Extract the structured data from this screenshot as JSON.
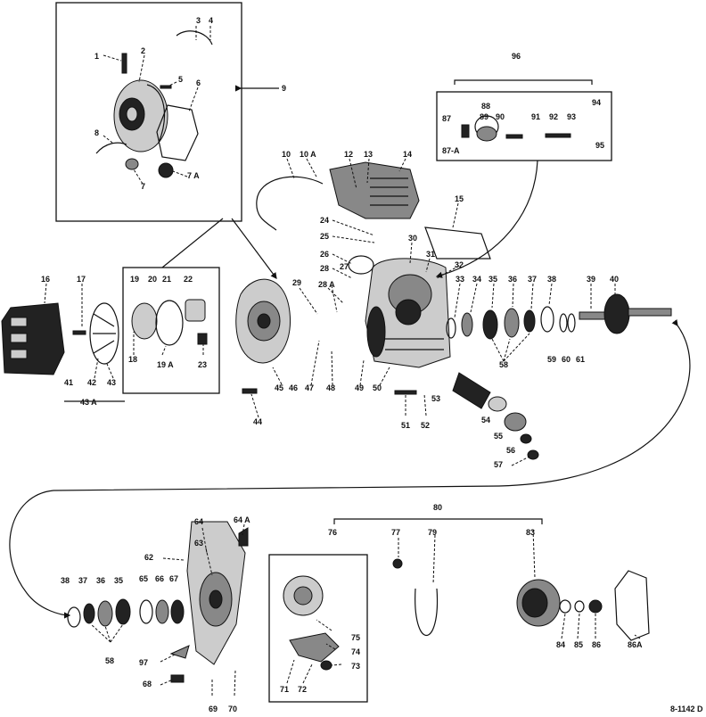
{
  "labels": [
    {
      "id": "1",
      "text": "1"
    },
    {
      "id": "2",
      "text": "2"
    },
    {
      "id": "3",
      "text": "3"
    },
    {
      "id": "4",
      "text": "4"
    },
    {
      "id": "5",
      "text": "5"
    },
    {
      "id": "6",
      "text": "6"
    },
    {
      "id": "7",
      "text": "7"
    },
    {
      "id": "7A",
      "text": "7 A"
    },
    {
      "id": "8",
      "text": "8"
    },
    {
      "id": "9",
      "text": "9"
    },
    {
      "id": "10",
      "text": "10"
    },
    {
      "id": "10A",
      "text": "10 A"
    },
    {
      "id": "12",
      "text": "12"
    },
    {
      "id": "13",
      "text": "13"
    },
    {
      "id": "14",
      "text": "14"
    },
    {
      "id": "15",
      "text": "15"
    },
    {
      "id": "16",
      "text": "16"
    },
    {
      "id": "17",
      "text": "17"
    },
    {
      "id": "18",
      "text": "18"
    },
    {
      "id": "19",
      "text": "19"
    },
    {
      "id": "19A",
      "text": "19 A"
    },
    {
      "id": "20",
      "text": "20"
    },
    {
      "id": "21",
      "text": "21"
    },
    {
      "id": "22",
      "text": "22"
    },
    {
      "id": "23",
      "text": "23"
    },
    {
      "id": "24",
      "text": "24"
    },
    {
      "id": "25",
      "text": "25"
    },
    {
      "id": "26",
      "text": "26"
    },
    {
      "id": "27",
      "text": "27"
    },
    {
      "id": "28",
      "text": "28"
    },
    {
      "id": "28A",
      "text": "28 A"
    },
    {
      "id": "29",
      "text": "29"
    },
    {
      "id": "30",
      "text": "30"
    },
    {
      "id": "31",
      "text": "31"
    },
    {
      "id": "32",
      "text": "32"
    },
    {
      "id": "33",
      "text": "33"
    },
    {
      "id": "34",
      "text": "34"
    },
    {
      "id": "35",
      "text": "35"
    },
    {
      "id": "36",
      "text": "36"
    },
    {
      "id": "37",
      "text": "37"
    },
    {
      "id": "38",
      "text": "38"
    },
    {
      "id": "39",
      "text": "39"
    },
    {
      "id": "40",
      "text": "40"
    },
    {
      "id": "41",
      "text": "41"
    },
    {
      "id": "42",
      "text": "42"
    },
    {
      "id": "43",
      "text": "43"
    },
    {
      "id": "43A",
      "text": "43 A"
    },
    {
      "id": "44",
      "text": "44"
    },
    {
      "id": "45",
      "text": "45"
    },
    {
      "id": "46",
      "text": "46"
    },
    {
      "id": "47",
      "text": "47"
    },
    {
      "id": "48",
      "text": "48"
    },
    {
      "id": "49",
      "text": "49"
    },
    {
      "id": "50",
      "text": "50"
    },
    {
      "id": "51",
      "text": "51"
    },
    {
      "id": "52",
      "text": "52"
    },
    {
      "id": "53",
      "text": "53"
    },
    {
      "id": "54",
      "text": "54"
    },
    {
      "id": "55",
      "text": "55"
    },
    {
      "id": "56",
      "text": "56"
    },
    {
      "id": "57",
      "text": "57"
    },
    {
      "id": "58",
      "text": "58"
    },
    {
      "id": "59",
      "text": "59"
    },
    {
      "id": "60",
      "text": "60"
    },
    {
      "id": "61",
      "text": "61"
    },
    {
      "id": "62",
      "text": "62"
    },
    {
      "id": "63",
      "text": "63"
    },
    {
      "id": "64",
      "text": "64"
    },
    {
      "id": "64A",
      "text": "64 A"
    },
    {
      "id": "65",
      "text": "65"
    },
    {
      "id": "66",
      "text": "66"
    },
    {
      "id": "67",
      "text": "67"
    },
    {
      "id": "68",
      "text": "68"
    },
    {
      "id": "69",
      "text": "69"
    },
    {
      "id": "70",
      "text": "70"
    },
    {
      "id": "71",
      "text": "71"
    },
    {
      "id": "72",
      "text": "72"
    },
    {
      "id": "73",
      "text": "73"
    },
    {
      "id": "74",
      "text": "74"
    },
    {
      "id": "75",
      "text": "75"
    },
    {
      "id": "76",
      "text": "76"
    },
    {
      "id": "77",
      "text": "77"
    },
    {
      "id": "79",
      "text": "79"
    },
    {
      "id": "80",
      "text": "80"
    },
    {
      "id": "83",
      "text": "83"
    },
    {
      "id": "84",
      "text": "84"
    },
    {
      "id": "85",
      "text": "85"
    },
    {
      "id": "86",
      "text": "86"
    },
    {
      "id": "86A",
      "text": "86A"
    },
    {
      "id": "87",
      "text": "87"
    },
    {
      "id": "87A",
      "text": "87-A"
    },
    {
      "id": "88",
      "text": "88"
    },
    {
      "id": "89",
      "text": "89"
    },
    {
      "id": "90",
      "text": "90"
    },
    {
      "id": "91",
      "text": "91"
    },
    {
      "id": "92",
      "text": "92"
    },
    {
      "id": "93",
      "text": "93"
    },
    {
      "id": "94",
      "text": "94"
    },
    {
      "id": "95",
      "text": "95"
    },
    {
      "id": "96",
      "text": "96"
    },
    {
      "id": "97",
      "text": "97"
    },
    {
      "id": "58b",
      "text": "58"
    },
    {
      "id": "38b",
      "text": "38"
    },
    {
      "id": "37b",
      "text": "37"
    },
    {
      "id": "36b",
      "text": "36"
    },
    {
      "id": "35b",
      "text": "35"
    }
  ],
  "drawing_number": "8-1142 D"
}
